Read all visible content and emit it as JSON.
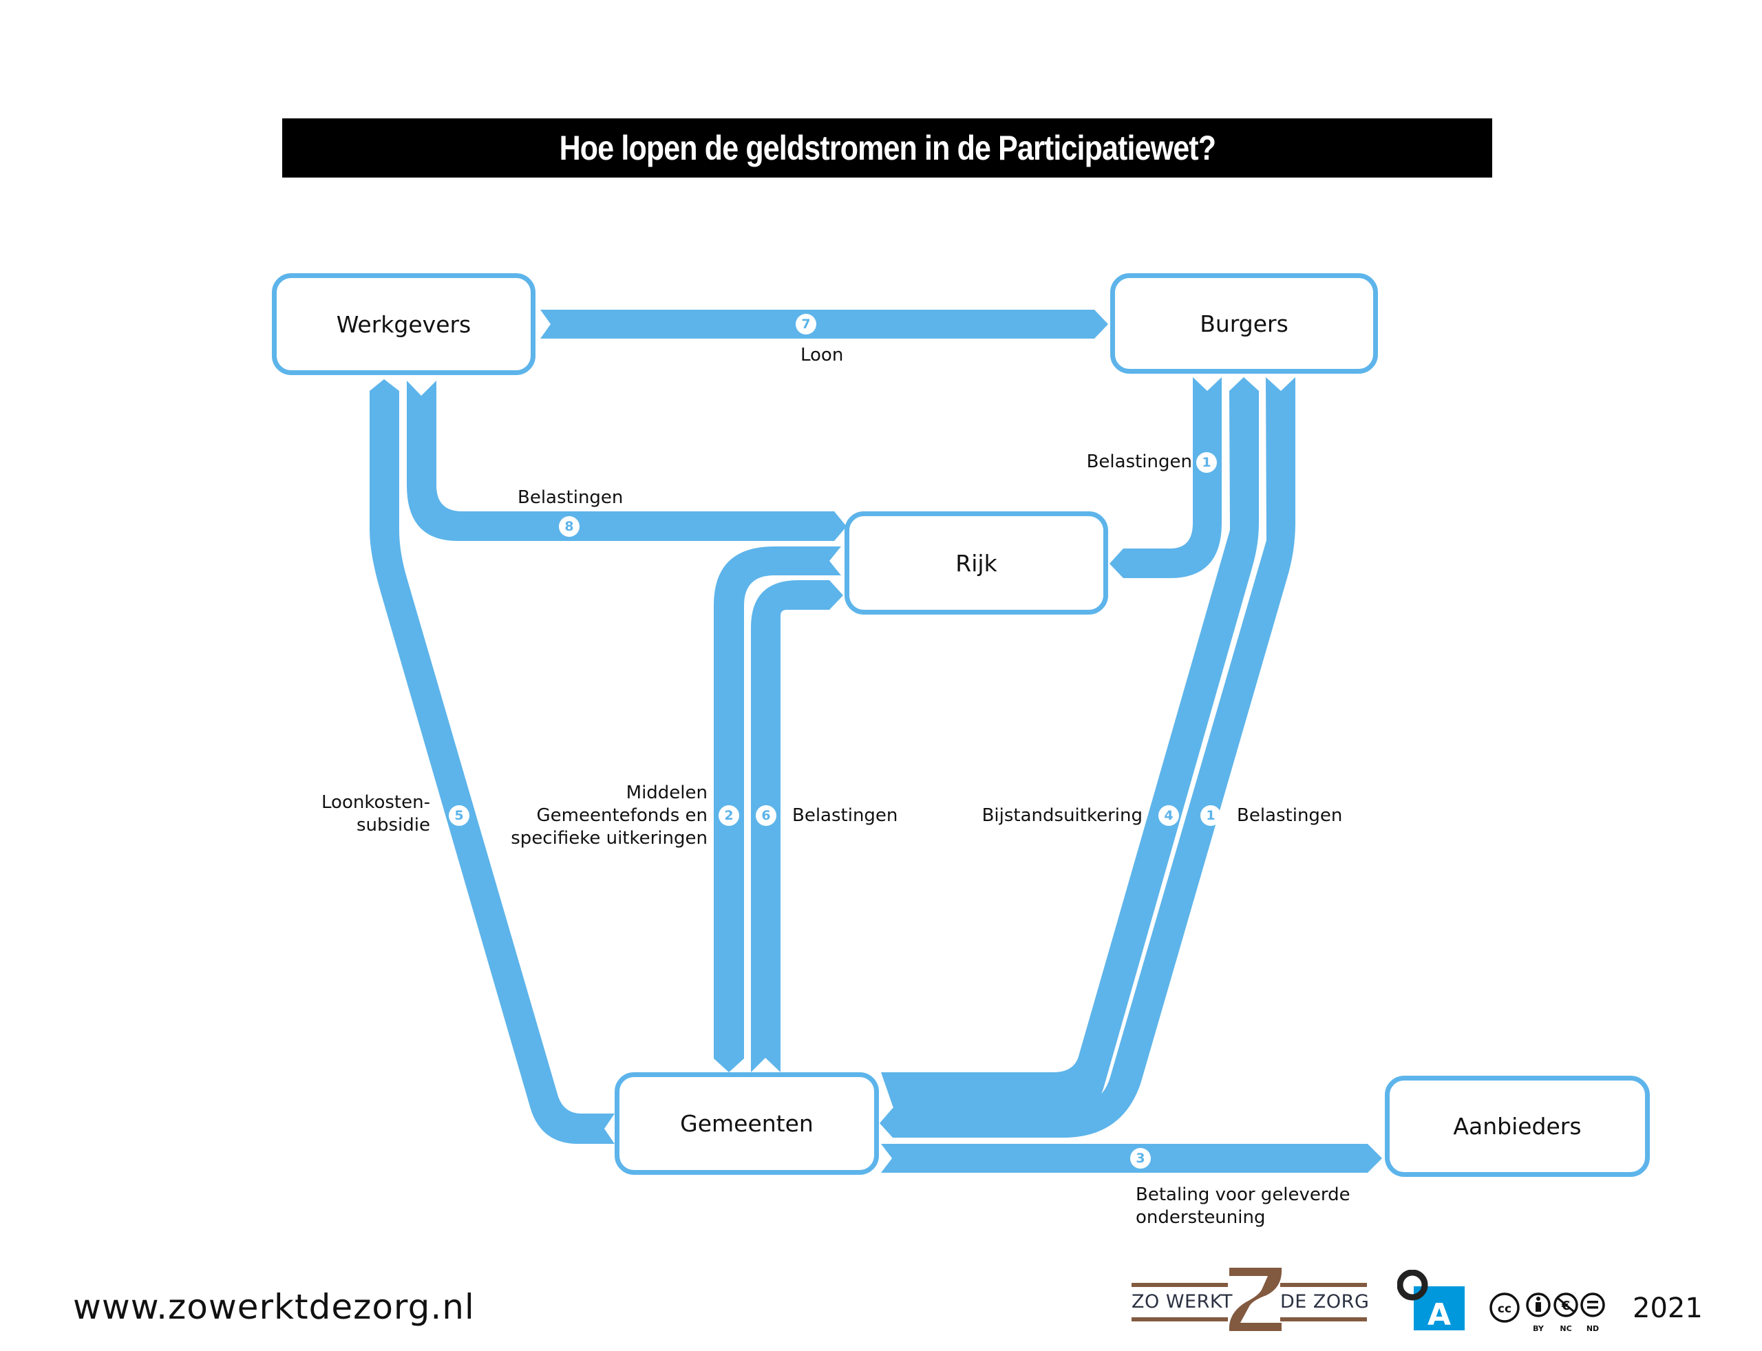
{
  "title": "Hoe lopen de geldstromen in de Participatiewet?",
  "colors": {
    "flow": "#5db4ea",
    "title_bg": "#000000",
    "brand_brown": "#825a40",
    "brand_blue": "#0098dd"
  },
  "nodes": {
    "werkgevers": "Werkgevers",
    "burgers": "Burgers",
    "rijk": "Rijk",
    "gemeenten": "Gemeenten",
    "aanbieders": "Aanbieders"
  },
  "flows": [
    {
      "number": "1",
      "label": "Belastingen",
      "from": "Burgers",
      "to": "Rijk"
    },
    {
      "number": "2",
      "label": "Middelen Gemeentefonds en specifieke uitkeringen",
      "from": "Rijk",
      "to": "Gemeenten"
    },
    {
      "number": "3",
      "label": "Betaling voor geleverde ondersteuning",
      "from": "Gemeenten",
      "to": "Aanbieders"
    },
    {
      "number": "4",
      "label": "Bijstandsuitkering",
      "from": "Gemeenten",
      "to": "Burgers"
    },
    {
      "number": "1",
      "label": "Belastingen",
      "from": "Burgers",
      "to": "Gemeenten"
    },
    {
      "number": "5",
      "label": "Loonkosten-subsidie",
      "from": "Gemeenten",
      "to": "Werkgevers"
    },
    {
      "number": "6",
      "label": "Belastingen",
      "from": "Gemeenten",
      "to": "Rijk"
    },
    {
      "number": "7",
      "label": "Loon",
      "from": "Werkgevers",
      "to": "Burgers"
    },
    {
      "number": "8",
      "label": "Belastingen",
      "from": "Werkgevers",
      "to": "Rijk"
    }
  ],
  "labels": {
    "loon": "Loon",
    "belastingen_8": "Belastingen",
    "belastingen_1_top": "Belastingen",
    "loonkosten_line1": "Loonkosten-",
    "loonkosten_line2": "subsidie",
    "middelen_line1": "Middelen",
    "middelen_line2": "Gemeentefonds en",
    "middelen_line3": "specifieke uitkeringen",
    "belastingen_6": "Belastingen",
    "bijstand": "Bijstandsuitkering",
    "belastingen_1_bottom": "Belastingen",
    "betaling_line1": "Betaling voor geleverde",
    "betaling_line2": "ondersteuning"
  },
  "badges": {
    "b1a": "1",
    "b1b": "1",
    "b2": "2",
    "b3": "3",
    "b4": "4",
    "b5": "5",
    "b6": "6",
    "b7": "7",
    "b8": "8"
  },
  "footer": {
    "url": "www.zowerktdezorg.nl",
    "logo_left": "ZO WERKT",
    "logo_right": "DE ZORG",
    "publisher_logo_letter": "A",
    "license": [
      "BY",
      "NC",
      "ND"
    ],
    "year": "2021"
  }
}
